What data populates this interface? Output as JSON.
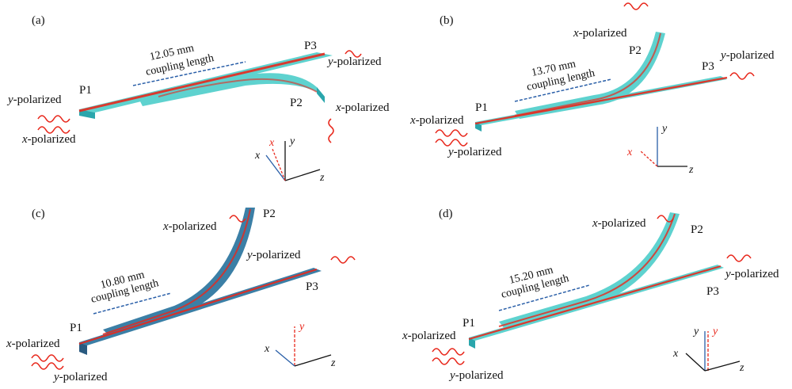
{
  "colors": {
    "guide_top": "#5ed2cf",
    "guide_side": "#2aa6ac",
    "guide_dark": "#3b7fa6",
    "mode_red": "#e8281c",
    "dim_blue": "#2a5fa8"
  },
  "panels": [
    {
      "id": "a",
      "tag": "(a)",
      "length": "12.05 mm",
      "coupling": "coupling length",
      "ports": [
        "P1",
        "P2",
        "P3"
      ],
      "pol_in_1": "-polarized",
      "pol_in_1_letter": "y",
      "pol_in_2": "-polarized",
      "pol_in_2_letter": "x",
      "pol_p2_letter": "x",
      "pol_p2": "-polarized",
      "pol_p3_letter": "y",
      "pol_p3": "-polarized",
      "axes": {
        "x": "x",
        "y": "y",
        "z": "z",
        "x_red": "x"
      }
    },
    {
      "id": "b",
      "tag": "(b)",
      "length": "13.70 mm",
      "coupling": "coupling length",
      "ports": [
        "P1",
        "P2",
        "P3"
      ],
      "pol_in_1_letter": "x",
      "pol_in_1": "-polarized",
      "pol_in_2_letter": "y",
      "pol_in_2": "-polarized",
      "pol_p2_letter": "x",
      "pol_p2": "-polarized",
      "pol_p3_letter": "y",
      "pol_p3": "-polarized",
      "axes": {
        "x": "x",
        "y": "y",
        "z": "z"
      }
    },
    {
      "id": "c",
      "tag": "(c)",
      "length": "10.80 mm",
      "coupling": "coupling length",
      "ports": [
        "P1",
        "P2",
        "P3"
      ],
      "pol_in_1_letter": "x",
      "pol_in_1": "-polarized",
      "pol_in_2_letter": "y",
      "pol_in_2": "-polarized",
      "pol_p2_letter": "x",
      "pol_p2": "-polarized",
      "pol_p3_letter": "y",
      "pol_p3": "-polarized",
      "axes": {
        "x": "x",
        "y": "y",
        "z": "z"
      }
    },
    {
      "id": "d",
      "tag": "(d)",
      "length": "15.20 mm",
      "coupling": "coupling length",
      "ports": [
        "P1",
        "P2",
        "P3"
      ],
      "pol_in_1_letter": "x",
      "pol_in_1": "-polarized",
      "pol_in_2_letter": "y",
      "pol_in_2": "-polarized",
      "pol_p2_letter": "x",
      "pol_p2": "-polarized",
      "pol_p3_letter": "y",
      "pol_p3": "-polarized",
      "axes": {
        "x": "x",
        "y": "y",
        "z": "z",
        "y_red": "y"
      }
    }
  ]
}
